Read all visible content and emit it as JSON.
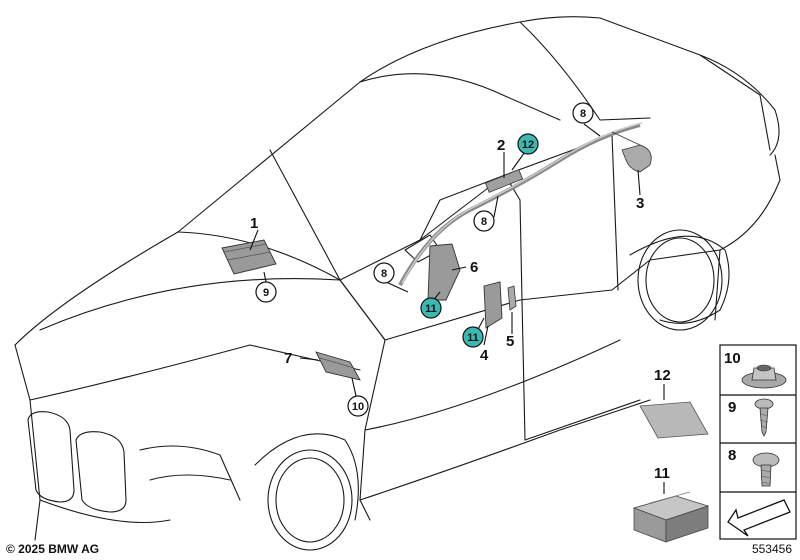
{
  "copyright": "© 2025 BMW AG",
  "diagram_number": "553456",
  "colors": {
    "highlight": "#3ab9b1",
    "part_fill": "#9a9a9a",
    "box_fill": "#b8b8b8"
  },
  "callouts": {
    "p1": "1",
    "p2": "2",
    "p3": "3",
    "p4": "4",
    "p5": "5",
    "p6": "6",
    "p7": "7",
    "c8a": "8",
    "c8b": "8",
    "c8c": "8",
    "c9": "9",
    "c10": "10",
    "c11a": "11",
    "c11b": "11",
    "c12": "12"
  },
  "legend": {
    "l12": "12",
    "l11": "11",
    "l10": "10",
    "l9": "9",
    "l8": "8"
  },
  "icons": {
    "nut": "nut-icon",
    "screw": "screw-icon",
    "bolt": "bolt-icon",
    "label": "label-sheet-icon",
    "box": "packaging-box-icon",
    "arrow": "direction-arrow-icon"
  }
}
